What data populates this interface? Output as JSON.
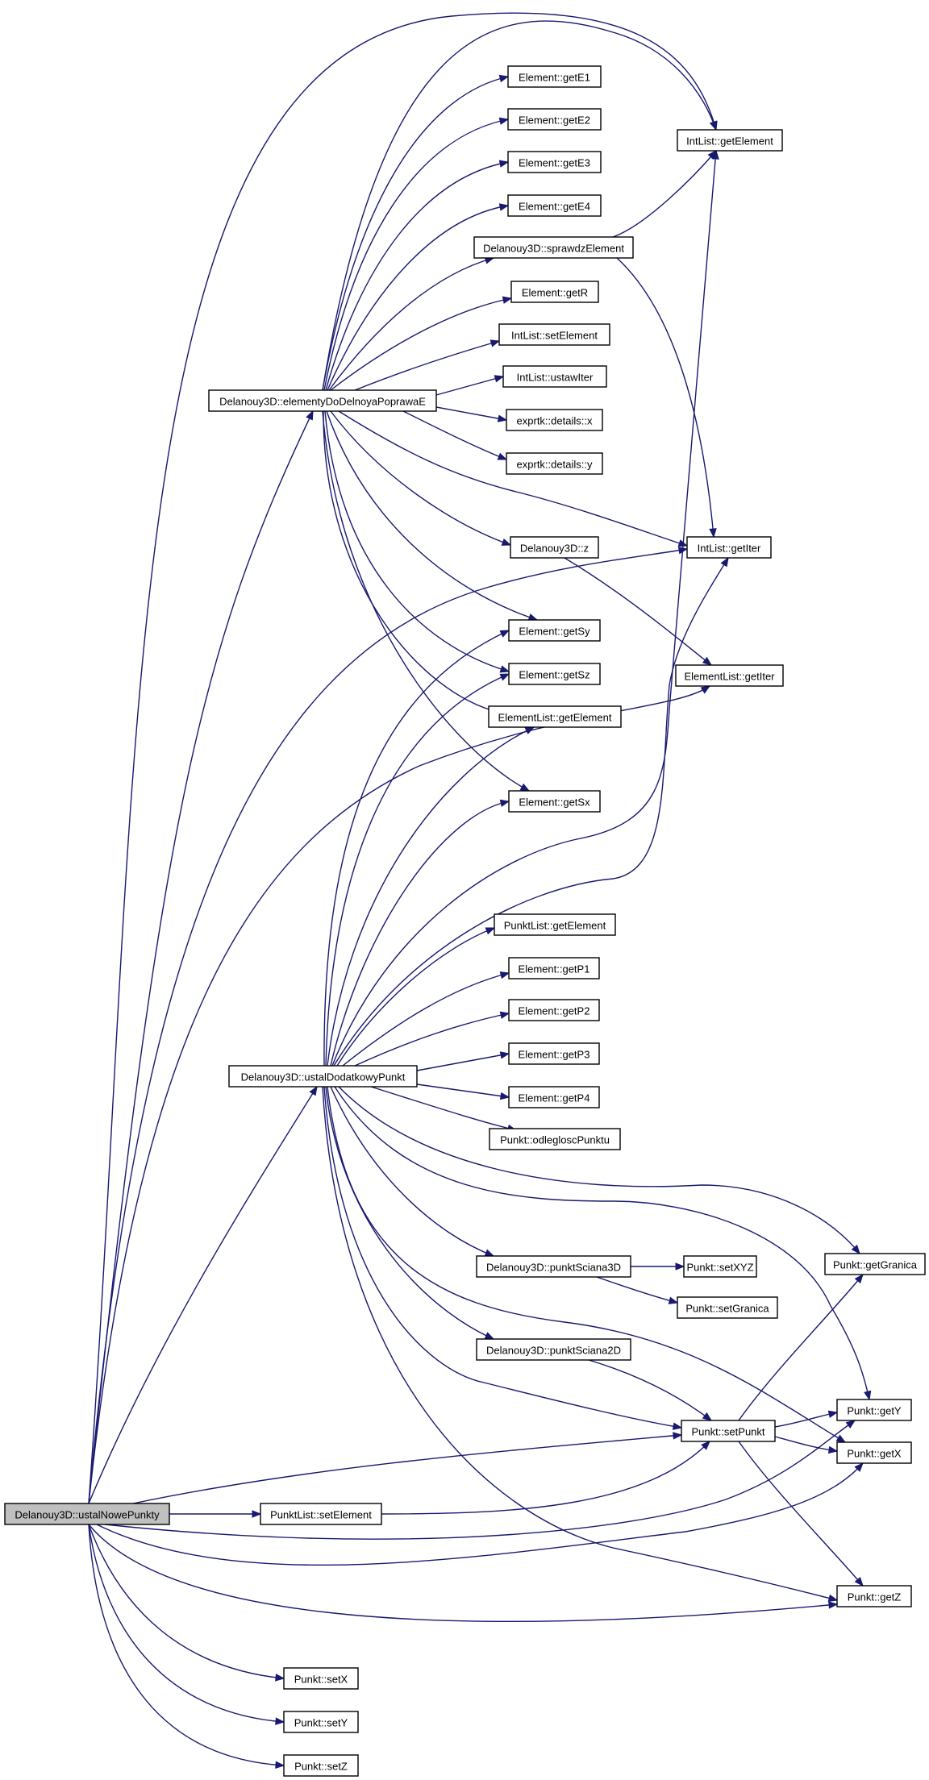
{
  "graph": {
    "edge_color": "#191970",
    "root_fill": "#c0c0c0",
    "nodes": [
      {
        "id": "ustalNowePunkty",
        "label": "Delanouy3D::ustalNowePunkty",
        "root": true
      },
      {
        "id": "elementyDoDelnoya",
        "label": "Delanouy3D::elementyDoDelnoyaPoprawaE"
      },
      {
        "id": "ustalDodatkowyPunkt",
        "label": "Delanouy3D::ustalDodatkowyPunkt"
      },
      {
        "id": "PunktList_setElement",
        "label": "PunktList::setElement"
      },
      {
        "id": "Punkt_setX",
        "label": "Punkt::setX"
      },
      {
        "id": "Punkt_setY",
        "label": "Punkt::setY"
      },
      {
        "id": "Punkt_setZ",
        "label": "Punkt::setZ"
      },
      {
        "id": "Element_getE1",
        "label": "Element::getE1"
      },
      {
        "id": "Element_getE2",
        "label": "Element::getE2"
      },
      {
        "id": "Element_getE3",
        "label": "Element::getE3"
      },
      {
        "id": "Element_getE4",
        "label": "Element::getE4"
      },
      {
        "id": "sprawdzElement",
        "label": "Delanouy3D::sprawdzElement"
      },
      {
        "id": "Element_getR",
        "label": "Element::getR"
      },
      {
        "id": "IntList_setElement",
        "label": "IntList::setElement"
      },
      {
        "id": "IntList_ustawIter",
        "label": "IntList::ustawIter"
      },
      {
        "id": "exprtk_x",
        "label": "exprtk::details::x"
      },
      {
        "id": "exprtk_y",
        "label": "exprtk::details::y"
      },
      {
        "id": "Delanouy3D_z",
        "label": "Delanouy3D::z"
      },
      {
        "id": "Element_getSy",
        "label": "Element::getSy"
      },
      {
        "id": "Element_getSz",
        "label": "Element::getSz"
      },
      {
        "id": "ElementList_getElement",
        "label": "ElementList::getElement"
      },
      {
        "id": "Element_getSx",
        "label": "Element::getSx"
      },
      {
        "id": "PunktList_getElement",
        "label": "PunktList::getElement"
      },
      {
        "id": "Element_getP1",
        "label": "Element::getP1"
      },
      {
        "id": "Element_getP2",
        "label": "Element::getP2"
      },
      {
        "id": "Element_getP3",
        "label": "Element::getP3"
      },
      {
        "id": "Element_getP4",
        "label": "Element::getP4"
      },
      {
        "id": "Punkt_odlegloscPunktu",
        "label": "Punkt::odlegloscPunktu"
      },
      {
        "id": "punktSciana3D",
        "label": "Delanouy3D::punktSciana3D"
      },
      {
        "id": "punktSciana2D",
        "label": "Delanouy3D::punktSciana2D"
      },
      {
        "id": "Punkt_setXYZ",
        "label": "Punkt::setXYZ"
      },
      {
        "id": "Punkt_setGranica",
        "label": "Punkt::setGranica"
      },
      {
        "id": "IntList_getElement",
        "label": "IntList::getElement"
      },
      {
        "id": "IntList_getIter",
        "label": "IntList::getIter"
      },
      {
        "id": "ElementList_getIter",
        "label": "ElementList::getIter"
      },
      {
        "id": "Punkt_setPunkt",
        "label": "Punkt::setPunkt"
      },
      {
        "id": "Punkt_getGranica",
        "label": "Punkt::getGranica"
      },
      {
        "id": "Punkt_getY",
        "label": "Punkt::getY"
      },
      {
        "id": "Punkt_getX",
        "label": "Punkt::getX"
      },
      {
        "id": "Punkt_getZ",
        "label": "Punkt::getZ"
      }
    ],
    "edges": [
      {
        "from": "ustalNowePunkty",
        "to": "IntList_getElement"
      },
      {
        "from": "ustalNowePunkty",
        "to": "elementyDoDelnoya"
      },
      {
        "from": "ustalNowePunkty",
        "to": "IntList_getIter"
      },
      {
        "from": "ustalNowePunkty",
        "to": "ElementList_getIter"
      },
      {
        "from": "ustalNowePunkty",
        "to": "ustalDodatkowyPunkt"
      },
      {
        "from": "ustalNowePunkty",
        "to": "Punkt_setPunkt"
      },
      {
        "from": "ustalNowePunkty",
        "to": "PunktList_setElement"
      },
      {
        "from": "ustalNowePunkty",
        "to": "Punkt_getY"
      },
      {
        "from": "ustalNowePunkty",
        "to": "Punkt_getX"
      },
      {
        "from": "ustalNowePunkty",
        "to": "Punkt_getZ"
      },
      {
        "from": "ustalNowePunkty",
        "to": "Punkt_setX"
      },
      {
        "from": "ustalNowePunkty",
        "to": "Punkt_setY"
      },
      {
        "from": "ustalNowePunkty",
        "to": "Punkt_setZ"
      },
      {
        "from": "elementyDoDelnoya",
        "to": "IntList_getElement"
      },
      {
        "from": "elementyDoDelnoya",
        "to": "Element_getE1"
      },
      {
        "from": "elementyDoDelnoya",
        "to": "Element_getE2"
      },
      {
        "from": "elementyDoDelnoya",
        "to": "Element_getE3"
      },
      {
        "from": "elementyDoDelnoya",
        "to": "Element_getE4"
      },
      {
        "from": "elementyDoDelnoya",
        "to": "sprawdzElement"
      },
      {
        "from": "elementyDoDelnoya",
        "to": "Element_getR"
      },
      {
        "from": "elementyDoDelnoya",
        "to": "IntList_setElement"
      },
      {
        "from": "elementyDoDelnoya",
        "to": "IntList_ustawIter"
      },
      {
        "from": "elementyDoDelnoya",
        "to": "exprtk_x"
      },
      {
        "from": "elementyDoDelnoya",
        "to": "exprtk_y"
      },
      {
        "from": "elementyDoDelnoya",
        "to": "IntList_getIter"
      },
      {
        "from": "elementyDoDelnoya",
        "to": "Delanouy3D_z"
      },
      {
        "from": "elementyDoDelnoya",
        "to": "Element_getSy"
      },
      {
        "from": "elementyDoDelnoya",
        "to": "Element_getSz"
      },
      {
        "from": "elementyDoDelnoya",
        "to": "ElementList_getElement"
      },
      {
        "from": "elementyDoDelnoya",
        "to": "Element_getSx"
      },
      {
        "from": "sprawdzElement",
        "to": "IntList_getElement"
      },
      {
        "from": "sprawdzElement",
        "to": "IntList_getIter"
      },
      {
        "from": "Delanouy3D_z",
        "to": "ElementList_getIter"
      },
      {
        "from": "ustalDodatkowyPunkt",
        "to": "Element_getSy"
      },
      {
        "from": "ustalDodatkowyPunkt",
        "to": "Element_getSz"
      },
      {
        "from": "ustalDodatkowyPunkt",
        "to": "ElementList_getElement"
      },
      {
        "from": "ustalDodatkowyPunkt",
        "to": "Element_getSx"
      },
      {
        "from": "ustalDodatkowyPunkt",
        "to": "IntList_getElement"
      },
      {
        "from": "ustalDodatkowyPunkt",
        "to": "IntList_getIter"
      },
      {
        "from": "ustalDodatkowyPunkt",
        "to": "PunktList_getElement"
      },
      {
        "from": "ustalDodatkowyPunkt",
        "to": "Element_getP1"
      },
      {
        "from": "ustalDodatkowyPunkt",
        "to": "Element_getP2"
      },
      {
        "from": "ustalDodatkowyPunkt",
        "to": "Element_getP3"
      },
      {
        "from": "ustalDodatkowyPunkt",
        "to": "Element_getP4"
      },
      {
        "from": "ustalDodatkowyPunkt",
        "to": "Punkt_odlegloscPunktu"
      },
      {
        "from": "ustalDodatkowyPunkt",
        "to": "Punkt_getGranica"
      },
      {
        "from": "ustalDodatkowyPunkt",
        "to": "Punkt_getY"
      },
      {
        "from": "ustalDodatkowyPunkt",
        "to": "punktSciana3D"
      },
      {
        "from": "ustalDodatkowyPunkt",
        "to": "Punkt_getX"
      },
      {
        "from": "ustalDodatkowyPunkt",
        "to": "punktSciana2D"
      },
      {
        "from": "ustalDodatkowyPunkt",
        "to": "Punkt_setPunkt"
      },
      {
        "from": "ustalDodatkowyPunkt",
        "to": "Punkt_getZ"
      },
      {
        "from": "punktSciana3D",
        "to": "Punkt_setXYZ"
      },
      {
        "from": "punktSciana3D",
        "to": "Punkt_setGranica"
      },
      {
        "from": "punktSciana2D",
        "to": "Punkt_setPunkt"
      },
      {
        "from": "PunktList_setElement",
        "to": "Punkt_setPunkt"
      },
      {
        "from": "Punkt_setPunkt",
        "to": "Punkt_getGranica"
      },
      {
        "from": "Punkt_setPunkt",
        "to": "Punkt_getY"
      },
      {
        "from": "Punkt_setPunkt",
        "to": "Punkt_getX"
      },
      {
        "from": "Punkt_setPunkt",
        "to": "Punkt_getZ"
      }
    ]
  }
}
